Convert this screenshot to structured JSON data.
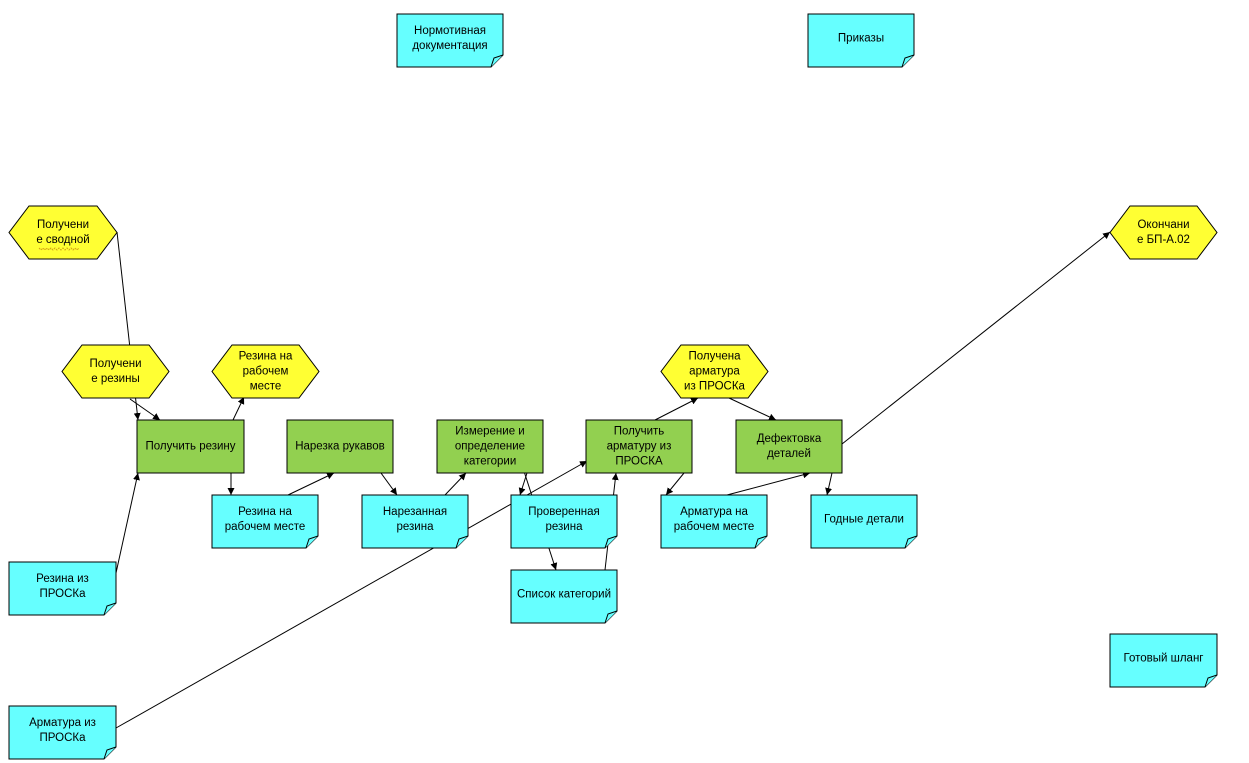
{
  "nodes": [
    {
      "id": "norm_docs",
      "kind": "document",
      "lines": [
        "Нормотивная",
        "документация"
      ]
    },
    {
      "id": "orders",
      "kind": "document",
      "lines": [
        "Приказы"
      ]
    },
    {
      "id": "ev_summary",
      "kind": "event",
      "lines": [
        "Получени",
        "е сводной"
      ]
    },
    {
      "id": "ev_end",
      "kind": "event",
      "lines": [
        "Окончани",
        "е БП-А.02"
      ]
    },
    {
      "id": "ev_rubber_got",
      "kind": "event",
      "lines": [
        "Получени",
        "е резины"
      ]
    },
    {
      "id": "ev_rubber_ws",
      "kind": "event",
      "lines": [
        "Резина на",
        "рабочем",
        "месте"
      ]
    },
    {
      "id": "ev_fittings",
      "kind": "event",
      "lines": [
        "Получена",
        "арматура",
        "из ПРОСКа"
      ]
    },
    {
      "id": "fn_get_rubber",
      "kind": "function",
      "lines": [
        "Получить резину"
      ]
    },
    {
      "id": "fn_cut",
      "kind": "function",
      "lines": [
        "Нарезка рукавов"
      ]
    },
    {
      "id": "fn_measure",
      "kind": "function",
      "lines": [
        "Измерение и",
        "определение",
        "категории"
      ]
    },
    {
      "id": "fn_get_fittings",
      "kind": "function",
      "lines": [
        "Получить",
        "арматуру из",
        "ПРОСКА"
      ]
    },
    {
      "id": "fn_defect",
      "kind": "function",
      "lines": [
        "Дефектовка",
        "деталей"
      ]
    },
    {
      "id": "doc_rubber_ws",
      "kind": "document",
      "lines": [
        "Резина на",
        "рабочем месте"
      ]
    },
    {
      "id": "doc_cut_rubber",
      "kind": "document",
      "lines": [
        "Нарезанная",
        "резина"
      ]
    },
    {
      "id": "doc_checked",
      "kind": "document",
      "lines": [
        "Проверенная",
        "резина"
      ]
    },
    {
      "id": "doc_fittings_ws",
      "kind": "document",
      "lines": [
        "Арматура на",
        "рабочем месте"
      ]
    },
    {
      "id": "doc_good_parts",
      "kind": "document",
      "lines": [
        "Годные детали"
      ]
    },
    {
      "id": "doc_categories",
      "kind": "document",
      "lines": [
        "Список категорий"
      ]
    },
    {
      "id": "doc_rubber_prosk",
      "kind": "document",
      "lines": [
        "Резина из",
        "ПРОСКа"
      ]
    },
    {
      "id": "doc_fittings_prosk",
      "kind": "document",
      "lines": [
        "Арматура из",
        "ПРОСКа"
      ]
    },
    {
      "id": "doc_hose",
      "kind": "document",
      "lines": [
        "Готовый шланг"
      ]
    }
  ],
  "edges": [
    {
      "from": "ev_summary",
      "to": "fn_get_rubber"
    },
    {
      "from": "ev_rubber_got",
      "to": "fn_get_rubber"
    },
    {
      "from": "fn_get_rubber",
      "to": "ev_rubber_ws"
    },
    {
      "from": "fn_get_rubber",
      "to": "doc_rubber_ws"
    },
    {
      "from": "doc_rubber_prosk",
      "to": "fn_get_rubber"
    },
    {
      "from": "doc_rubber_ws",
      "to": "fn_cut"
    },
    {
      "from": "fn_cut",
      "to": "doc_cut_rubber"
    },
    {
      "from": "doc_cut_rubber",
      "to": "fn_measure"
    },
    {
      "from": "fn_measure",
      "to": "doc_checked"
    },
    {
      "from": "fn_measure",
      "to": "doc_categories"
    },
    {
      "from": "doc_categories",
      "to": "fn_get_fittings"
    },
    {
      "from": "doc_fittings_prosk",
      "to": "fn_get_fittings"
    },
    {
      "from": "fn_get_fittings",
      "to": "ev_fittings"
    },
    {
      "from": "fn_get_fittings",
      "to": "doc_fittings_ws"
    },
    {
      "from": "ev_fittings",
      "to": "fn_defect"
    },
    {
      "from": "doc_fittings_ws",
      "to": "fn_defect"
    },
    {
      "from": "fn_defect",
      "to": "doc_good_parts"
    },
    {
      "from": "fn_defect",
      "to": "ev_end"
    }
  ],
  "colors": {
    "function_fill": "#92d050",
    "event_fill": "#ffff33",
    "document_fill": "#66ffff",
    "stroke": "#000000"
  }
}
